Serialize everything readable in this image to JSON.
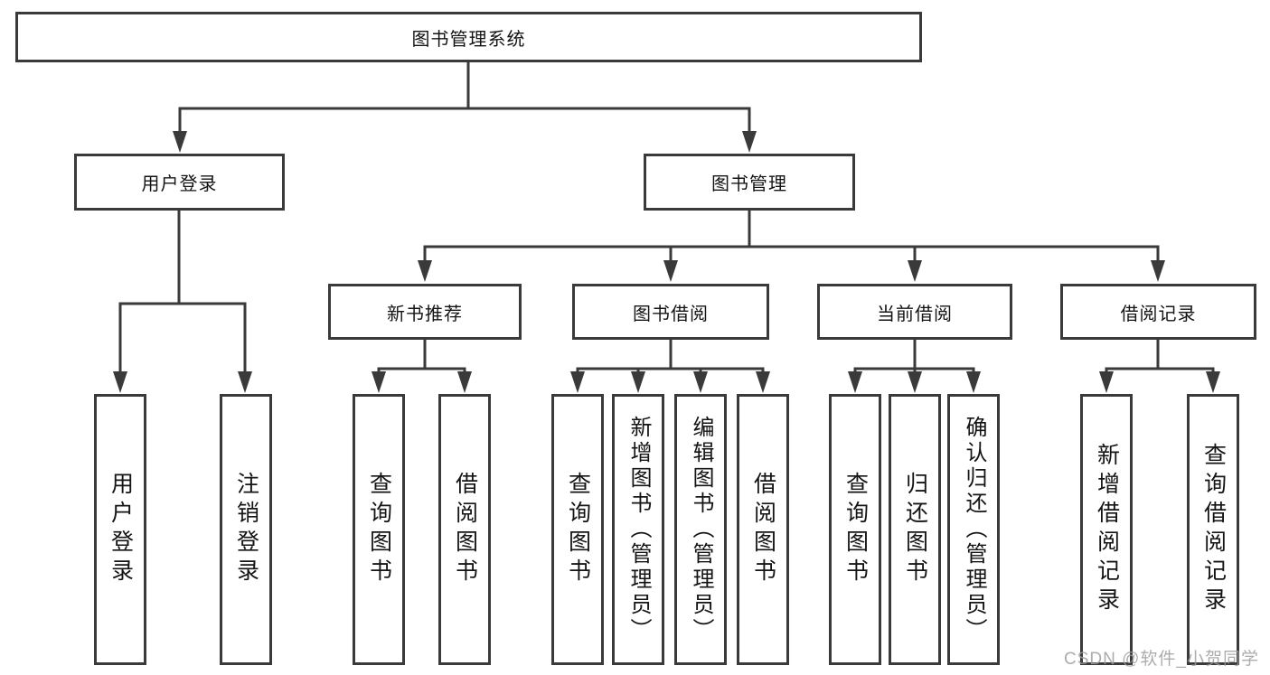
{
  "diagram": {
    "root": {
      "label": "图书管理系统"
    },
    "user_login": {
      "label": "用户登录",
      "children": [
        {
          "label": "用户登录"
        },
        {
          "label": "注销登录"
        }
      ]
    },
    "book_management": {
      "label": "图书管理"
    },
    "new_book_recommend": {
      "label": "新书推荐",
      "children": [
        {
          "label": "查询图书"
        },
        {
          "label": "借阅图书"
        }
      ]
    },
    "book_borrow": {
      "label": "图书借阅",
      "children": [
        {
          "label": "查询图书"
        },
        {
          "label": "新增图书（管理员）"
        },
        {
          "label": "编辑图书（管理员）"
        },
        {
          "label": "借阅图书"
        }
      ]
    },
    "current_borrow": {
      "label": "当前借阅",
      "children": [
        {
          "label": "查询图书"
        },
        {
          "label": "归还图书"
        },
        {
          "label": "确认归还（管理员）"
        }
      ]
    },
    "borrow_records": {
      "label": "借阅记录",
      "children": [
        {
          "label": "新增借阅记录"
        },
        {
          "label": "查询借阅记录"
        }
      ]
    }
  },
  "watermark": {
    "text": "CSDN @软件_小贺同学"
  },
  "colors": {
    "line": "#3a3a3a",
    "box_border": "#3a3a3a",
    "text": "#141414",
    "background": "#ffffff",
    "watermark": "#9e9e9e"
  }
}
